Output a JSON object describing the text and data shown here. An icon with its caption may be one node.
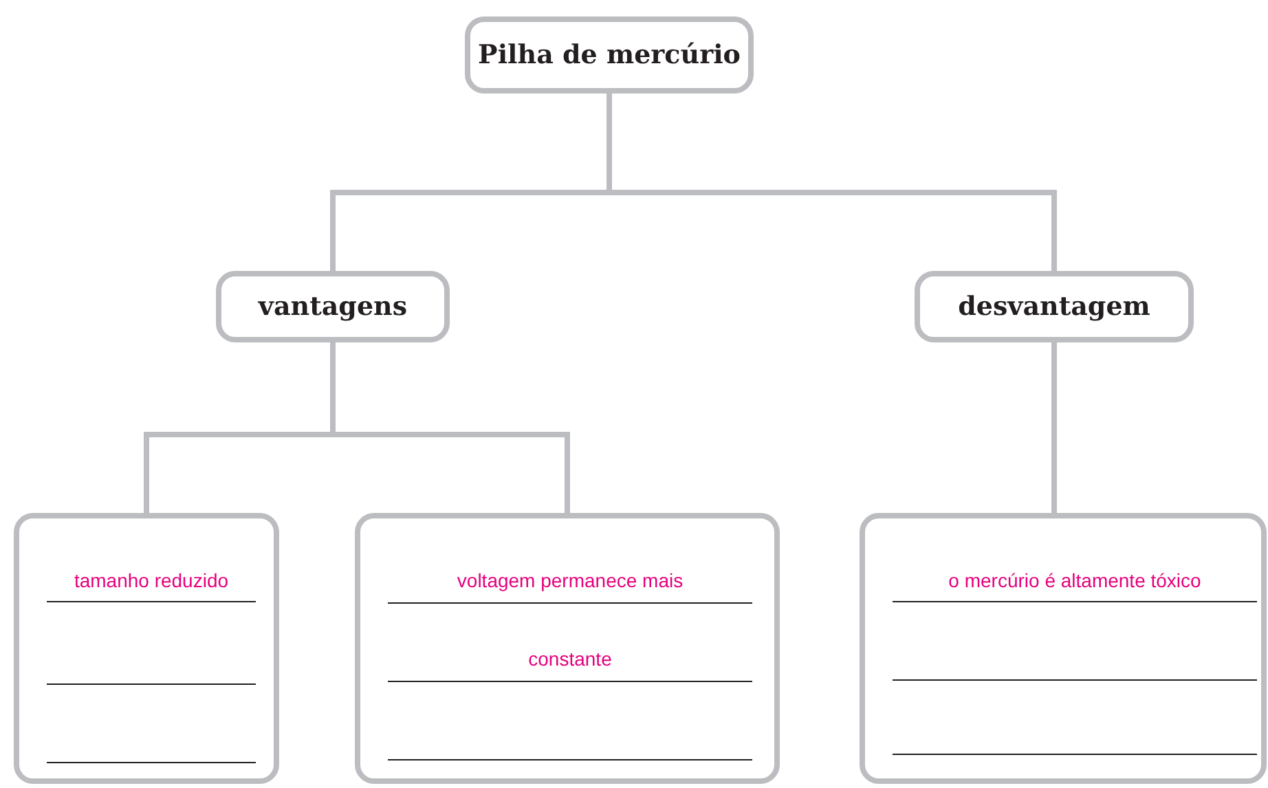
{
  "diagram": {
    "nodes": [
      {
        "text": [
          "Pilha de mercúrio"
        ]
      },
      {
        "text": [
          "vantagens"
        ]
      },
      {
        "text": [
          "desvantagem"
        ]
      },
      {
        "text": [
          "tamanho reduzido"
        ]
      },
      {
        "text": [
          "voltagem permanece mais constante"
        ]
      },
      {
        "text": [
          "o mercúrio é altamente tóxico"
        ]
      }
    ],
    "edges": [
      {
        "from": 0,
        "to": 1,
        "arrow": "none"
      },
      {
        "from": 0,
        "to": 2,
        "arrow": "none"
      },
      {
        "from": 1,
        "to": 3,
        "arrow": "none"
      },
      {
        "from": 1,
        "to": 4,
        "arrow": "none"
      },
      {
        "from": 2,
        "to": 5,
        "arrow": "none"
      }
    ]
  }
}
